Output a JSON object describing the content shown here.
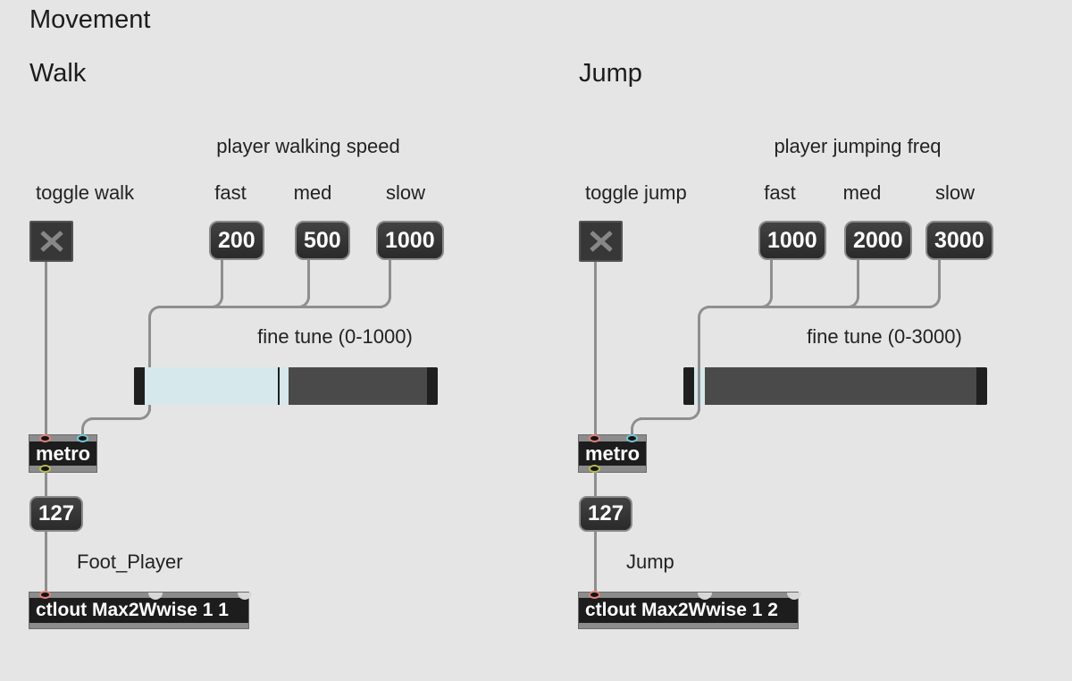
{
  "title": "Movement",
  "colors": {
    "background": "#e4e5e4",
    "slider_fill_blue": "#d7e8ec",
    "cable_gray": "#8f8f8f",
    "box_dark": "#313131",
    "inlet_hot_red": "#e2837a",
    "inlet_cold_cyan": "#74c8da",
    "outlet_olive": "#b9b952"
  },
  "sections": [
    {
      "heading": "Walk",
      "group_label": "player walking speed",
      "toggle_label": "toggle walk",
      "preset_labels": [
        "fast",
        "med",
        "slow"
      ],
      "preset_values": [
        "200",
        "500",
        "1000"
      ],
      "fine_tune_label": "fine tune (0-1000)",
      "slider": {
        "fill_a": "width:149px",
        "knob": "width:2px",
        "fill_b": "width:10px",
        "cable_overlay": "display:none"
      },
      "metro_label": "metro",
      "trigger_value": "127",
      "comment": "Foot_Player",
      "ctlout_label": "ctlout Max2Wwise 1 1"
    },
    {
      "heading": "Jump",
      "group_label": "player jumping freq",
      "toggle_label": "toggle jump",
      "preset_labels": [
        "fast",
        "med",
        "slow"
      ],
      "preset_values": [
        "1000",
        "2000",
        "3000"
      ],
      "fine_tune_label": "fine tune (0-3000)",
      "slider": {
        "fill_a": "width:12px",
        "knob": "width:0px",
        "fill_b": "width:0px",
        "cable_overlay": "display:block"
      },
      "metro_label": "metro",
      "trigger_value": "127",
      "comment": "Jump",
      "ctlout_label": "ctlout Max2Wwise 1 2"
    }
  ]
}
